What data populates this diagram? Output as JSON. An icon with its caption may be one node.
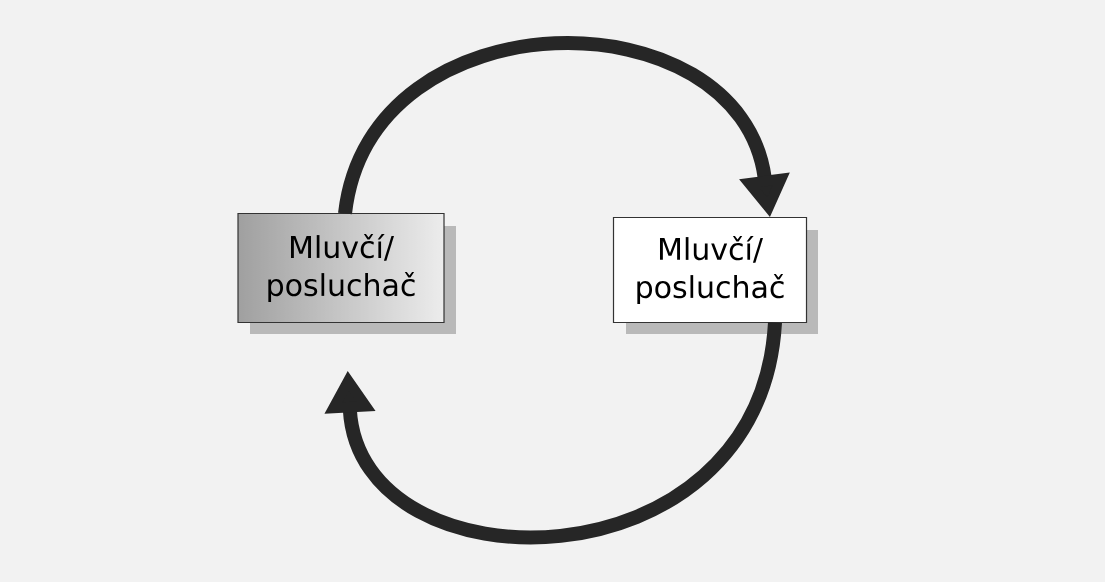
{
  "diagram": {
    "nodes": [
      {
        "text": [
          "Mluvčí/ posluchač"
        ]
      },
      {
        "text": [
          "Mluvčí/ posluchač"
        ]
      }
    ],
    "edges": [
      {
        "from": 0,
        "to": 1,
        "arrow": "to"
      },
      {
        "from": 1,
        "to": 0,
        "arrow": "to"
      }
    ]
  }
}
